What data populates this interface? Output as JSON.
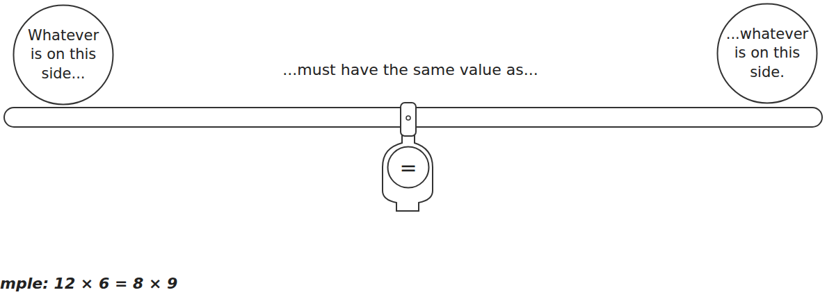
{
  "diagram": {
    "nodes": [
      {
        "text": [
          "Whatever is on this side..."
        ]
      },
      {
        "text": [
          "...whatever is on this side."
        ]
      },
      {
        "text": [
          "="
        ]
      }
    ],
    "labels": [
      "...must have the same value as...",
      "mple: 12 × 6 = 8 × 9"
    ]
  }
}
